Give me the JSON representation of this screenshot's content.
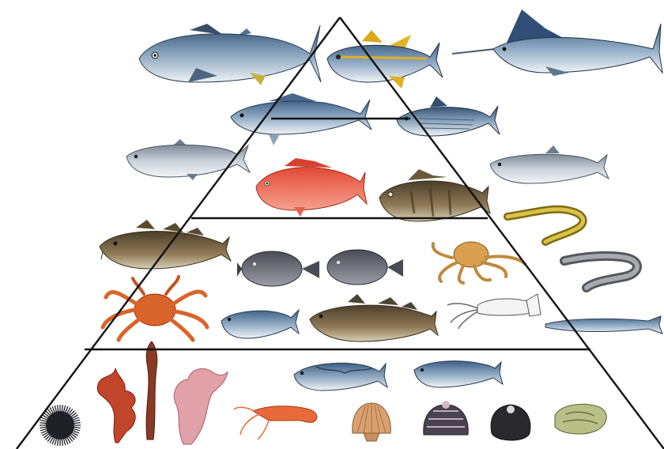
{
  "diagram": {
    "type": "food-pyramid",
    "tiers": 4,
    "organisms": [
      {
        "id": "bluefin-tuna",
        "tier": 1
      },
      {
        "id": "yellowfin-tuna",
        "tier": 1
      },
      {
        "id": "marlin",
        "tier": 1
      },
      {
        "id": "amberjack",
        "tier": 2
      },
      {
        "id": "skipjack-tuna",
        "tier": 2
      },
      {
        "id": "salmon",
        "tier": 2
      },
      {
        "id": "red-snapper",
        "tier": 2
      },
      {
        "id": "rockfish",
        "tier": 2
      },
      {
        "id": "herring",
        "tier": 2
      },
      {
        "id": "eel",
        "tier": 2
      },
      {
        "id": "cod",
        "tier": 3
      },
      {
        "id": "flounder-left",
        "tier": 3
      },
      {
        "id": "flounder-right",
        "tier": 3
      },
      {
        "id": "octopus",
        "tier": 3
      },
      {
        "id": "eel-gray",
        "tier": 3
      },
      {
        "id": "king-crab",
        "tier": 3
      },
      {
        "id": "horse-mackerel",
        "tier": 3
      },
      {
        "id": "pollock",
        "tier": 3
      },
      {
        "id": "squid",
        "tier": 3
      },
      {
        "id": "saury",
        "tier": 3
      },
      {
        "id": "mackerel",
        "tier": 4
      },
      {
        "id": "sardine",
        "tier": 4
      },
      {
        "id": "sea-urchin",
        "tier": 4
      },
      {
        "id": "red-seaweed",
        "tier": 4
      },
      {
        "id": "kelp",
        "tier": 4
      },
      {
        "id": "pink-seaweed",
        "tier": 4
      },
      {
        "id": "shrimp",
        "tier": 4
      },
      {
        "id": "scallop",
        "tier": 4
      },
      {
        "id": "turban-shell",
        "tier": 4
      },
      {
        "id": "clam",
        "tier": 4
      },
      {
        "id": "oyster",
        "tier": 4
      }
    ]
  },
  "colors": {
    "line": "#111111",
    "tuna_back": "#3a5a7a",
    "tuna_belly": "#e8eef4",
    "yellow_fin": "#e0b020",
    "red_fish": "#e8604a",
    "brown_fish": "#6b5a3a",
    "seaweed_red": "#c0452a",
    "seaweed_pink": "#e2a0a8",
    "urchin": "#202028",
    "shrimp": "#e86a3a",
    "scallop": "#d8a070",
    "octopus": "#d8a050",
    "eel_yellow": "#b09020"
  }
}
